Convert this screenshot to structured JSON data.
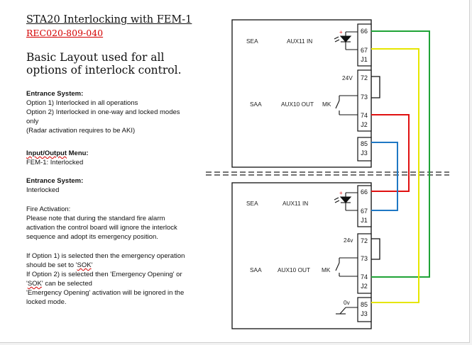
{
  "header": {
    "title": "STA20 Interlocking with FEM-1",
    "doc_ref": "REC020-809-040",
    "intro": "Basic Layout used for all options of interlock control."
  },
  "notes": {
    "entrance_heading": "Entrance System:",
    "option1": "Option 1) Interlocked in all operations",
    "option2_a": "Option 2) Interlocked in one-way and locked modes",
    "option2_b": "only",
    "radar_note": "(Radar activation requires to be AKI)",
    "io_heading_a": "Input/Output",
    "io_heading_b": " Menu:",
    "fem_value": "FEM-1: Interlocked",
    "entrance_heading_2": "Entrance System:",
    "interlocked": "Interlocked",
    "fire_heading": "Fire Activation:",
    "fire_line1": "Please note that during the standard fire alarm",
    "fire_line2": "activation the control board will ignore the interlock",
    "fire_line3": "sequence and adopt its emergency position.",
    "opt1_a": "If  Option 1) is selected then the emergency operation",
    "opt1_b_pre": "should be set to '",
    "opt1_b_sok": "SOK",
    "opt1_b_post": "'",
    "opt2_a": "If Option 2) is selected then 'Emergency Opening' or",
    "opt2_b_pre": "'",
    "opt2_b_sok": "SOK",
    "opt2_b_post": "' can be selected",
    "opt2_c": "'Emergency Opening' activation will be ignored in the",
    "opt2_d": "locked mode."
  },
  "diagram": {
    "wire_colors": {
      "green": "#1fa336",
      "yellow": "#e6e600",
      "red": "#e01010",
      "blue": "#1f78c4"
    },
    "top_unit": {
      "sea": "SEA",
      "aux_in": "AUX11 IN",
      "saa": "SAA",
      "aux_out": "AUX10 OUT",
      "mk": "MK",
      "v24": "24V",
      "pins": [
        "66",
        "67",
        "72",
        "73",
        "74",
        "85"
      ],
      "connectors": [
        "J1",
        "J2",
        "J3"
      ]
    },
    "bottom_unit": {
      "sea": "SEA",
      "aux_in": "AUX11 IN",
      "saa": "SAA",
      "aux_out": "AUX10 OUT",
      "mk": "MK",
      "v24": "24v",
      "v0": "0v",
      "pins": [
        "66",
        "67",
        "72",
        "73",
        "74",
        "85"
      ],
      "connectors": [
        "J1",
        "J2",
        "J3"
      ]
    }
  }
}
